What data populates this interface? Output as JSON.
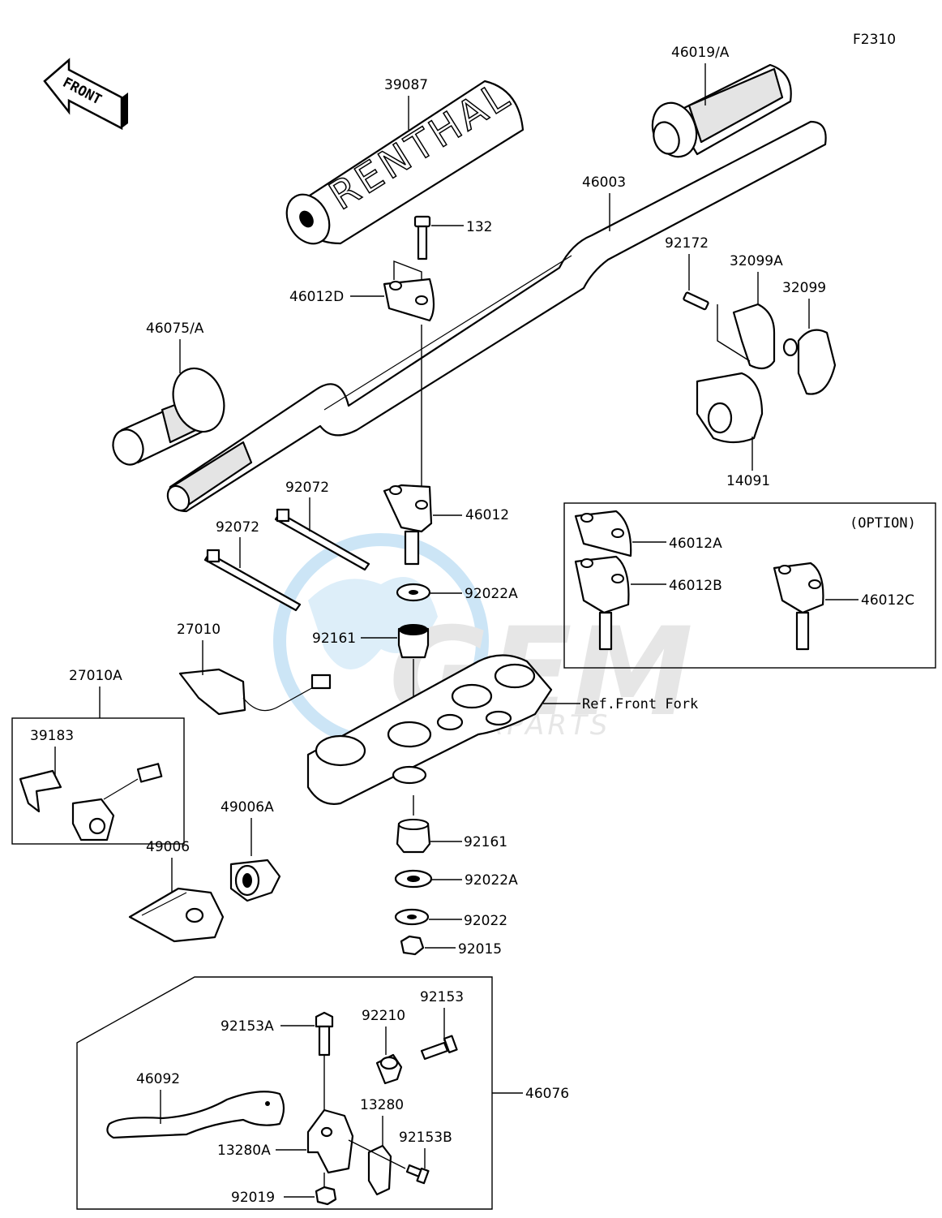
{
  "figure_code": "F2310",
  "front_arrow_label": "FRONT",
  "watermark": {
    "main": "GEM",
    "sub": "MOTORPARTS"
  },
  "option_label": "(OPTION)",
  "reference_label": "Ref.Front Fork",
  "renthal_text": "RENTHAL",
  "parts": {
    "p39087": "39087",
    "p46019A": "46019/A",
    "p46003": "46003",
    "p132": "132",
    "p46012D": "46012D",
    "p46075A": "46075/A",
    "p92172": "92172",
    "p32099A": "32099A",
    "p32099": "32099",
    "p14091": "14091",
    "p92072a": "92072",
    "p92072b": "92072",
    "p46012": "46012",
    "p92022A_top": "92022A",
    "p92161_top": "92161",
    "p27010": "27010",
    "p27010A": "27010A",
    "p39183": "39183",
    "p49006A": "49006A",
    "p49006": "49006",
    "p92161_bot": "92161",
    "p92022A_bot": "92022A",
    "p92022": "92022",
    "p92015": "92015",
    "p46012A": "46012A",
    "p46012B": "46012B",
    "p46012C": "46012C",
    "p92153": "92153",
    "p92153A": "92153A",
    "p92210": "92210",
    "p46092": "46092",
    "p13280": "13280",
    "p92153B": "92153B",
    "p13280A": "13280A",
    "p92019": "92019",
    "p46076": "46076"
  }
}
